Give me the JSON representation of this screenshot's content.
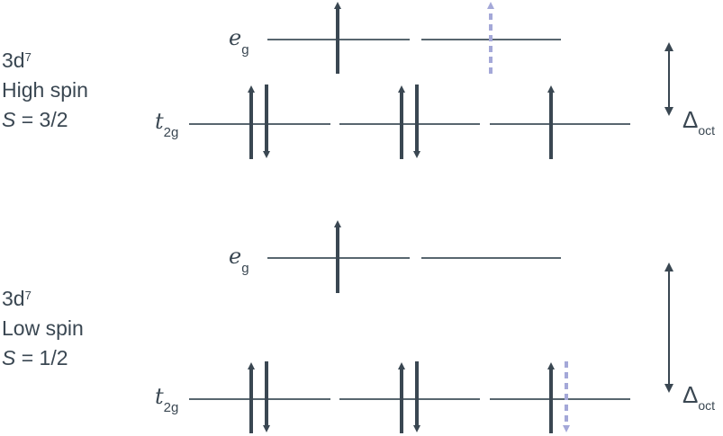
{
  "colors": {
    "text": "#3a4752",
    "line": "#58666f",
    "electron": "#3a4752",
    "excited_electron": "#a4a8d8",
    "background": "#ffffff"
  },
  "high_spin": {
    "config": "3d",
    "config_sup": "7",
    "spin_type": "High spin",
    "spin_S": "S",
    "spin_value": " = 3/2",
    "eg_label": "e",
    "eg_sub": "g",
    "t2g_label": "t",
    "t2g_sub": "2g",
    "delta_label": "Δ",
    "delta_sub": "oct",
    "eg_electrons": [
      {
        "orbital": 1,
        "spin": "up",
        "style": "solid"
      },
      {
        "orbital": 2,
        "spin": "up",
        "style": "dashed"
      }
    ],
    "t2g_electrons": [
      {
        "orbital": 1,
        "spin": "up",
        "style": "solid"
      },
      {
        "orbital": 1,
        "spin": "down",
        "style": "solid"
      },
      {
        "orbital": 2,
        "spin": "up",
        "style": "solid"
      },
      {
        "orbital": 2,
        "spin": "down",
        "style": "solid"
      },
      {
        "orbital": 3,
        "spin": "up",
        "style": "solid"
      }
    ]
  },
  "low_spin": {
    "config": "3d",
    "config_sup": "7",
    "spin_type": "Low spin",
    "spin_S": "S",
    "spin_value": " = 1/2",
    "eg_label": "e",
    "eg_sub": "g",
    "t2g_label": "t",
    "t2g_sub": "2g",
    "delta_label": "Δ",
    "delta_sub": "oct",
    "eg_electrons": [
      {
        "orbital": 1,
        "spin": "up",
        "style": "solid"
      }
    ],
    "t2g_electrons": [
      {
        "orbital": 1,
        "spin": "up",
        "style": "solid"
      },
      {
        "orbital": 1,
        "spin": "down",
        "style": "solid"
      },
      {
        "orbital": 2,
        "spin": "up",
        "style": "solid"
      },
      {
        "orbital": 2,
        "spin": "down",
        "style": "solid"
      },
      {
        "orbital": 3,
        "spin": "up",
        "style": "solid"
      },
      {
        "orbital": 3,
        "spin": "down",
        "style": "dashed"
      }
    ]
  }
}
